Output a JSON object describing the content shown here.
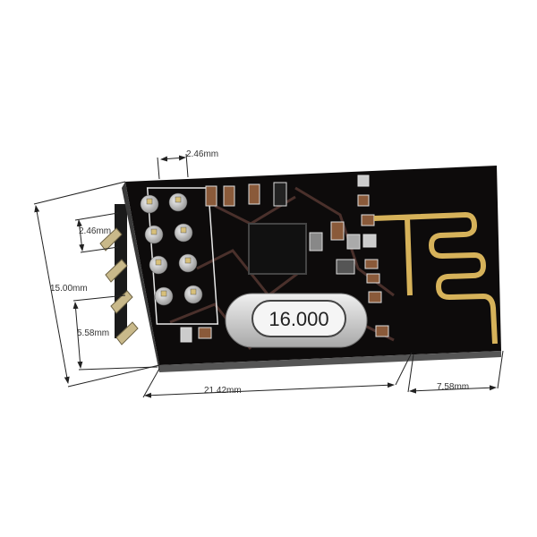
{
  "diagram": {
    "crystal_label": "16.000",
    "dimensions": {
      "pin_pitch_horizontal": "2.46mm",
      "pin_pitch_vertical": "2.46mm",
      "board_width": "15.00mm",
      "pin_offset": "5.58mm",
      "board_length": "21.42mm",
      "antenna_length": "7.58mm"
    },
    "colors": {
      "board": "#0d0b0b",
      "antenna": "#d6b25a",
      "pin": "#c9b98a",
      "silk": "#e8e8e8"
    }
  }
}
